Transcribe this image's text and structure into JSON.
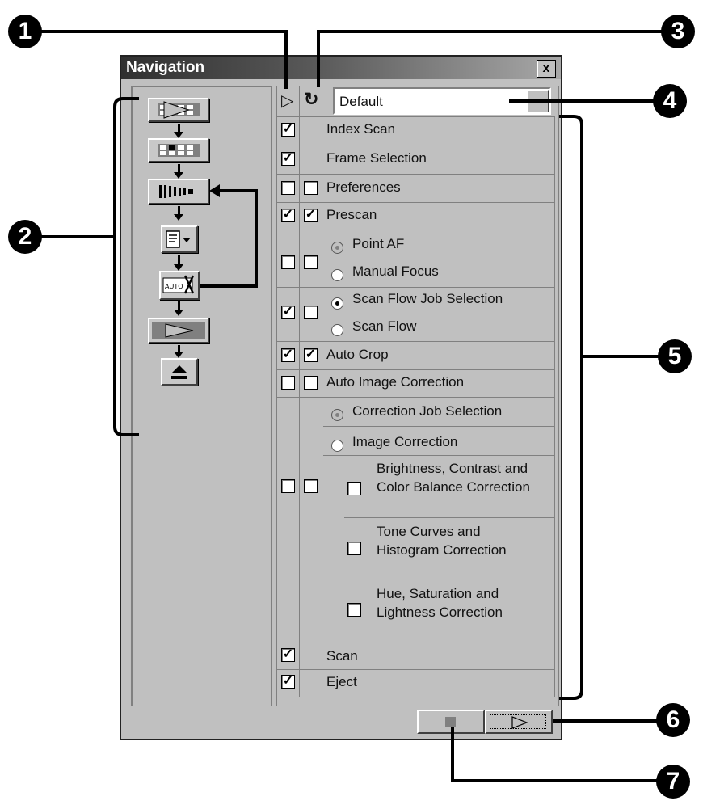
{
  "window": {
    "title": "Navigation",
    "close_label": "x"
  },
  "header": {
    "run_symbol": "▷",
    "repeat_symbol": "↻",
    "job_combo_value": "Default"
  },
  "rows": {
    "index_scan": "Index Scan",
    "frame_selection": "Frame Selection",
    "preferences": "Preferences",
    "prescan": "Prescan",
    "point_af": "Point AF",
    "manual_focus": "Manual Focus",
    "scan_flow_job": "Scan Flow Job Selection",
    "scan_flow": "Scan Flow",
    "auto_crop": "Auto Crop",
    "auto_image_correction": "Auto Image Correction",
    "correction_job": "Correction Job Selection",
    "image_correction": "Image Correction",
    "bcc": "Brightness, Contrast and Color Balance Correction",
    "tone": "Tone Curves and Histogram Correction",
    "hsl": "Hue, Saturation and Lightness Correction",
    "scan": "Scan",
    "eject": "Eject"
  },
  "callouts": [
    "1",
    "2",
    "3",
    "4",
    "5",
    "6",
    "7"
  ],
  "flow_icons": [
    "index-scan-icon",
    "frame-selection-icon",
    "prescan-icon",
    "preferences-dropdown-icon",
    "auto-crop-icon",
    "scan-icon",
    "eject-icon"
  ],
  "colors": {
    "window_bg": "#c0c0c0",
    "title_start": "#303030",
    "title_end": "#a8a8a8",
    "callout": "#000000"
  }
}
